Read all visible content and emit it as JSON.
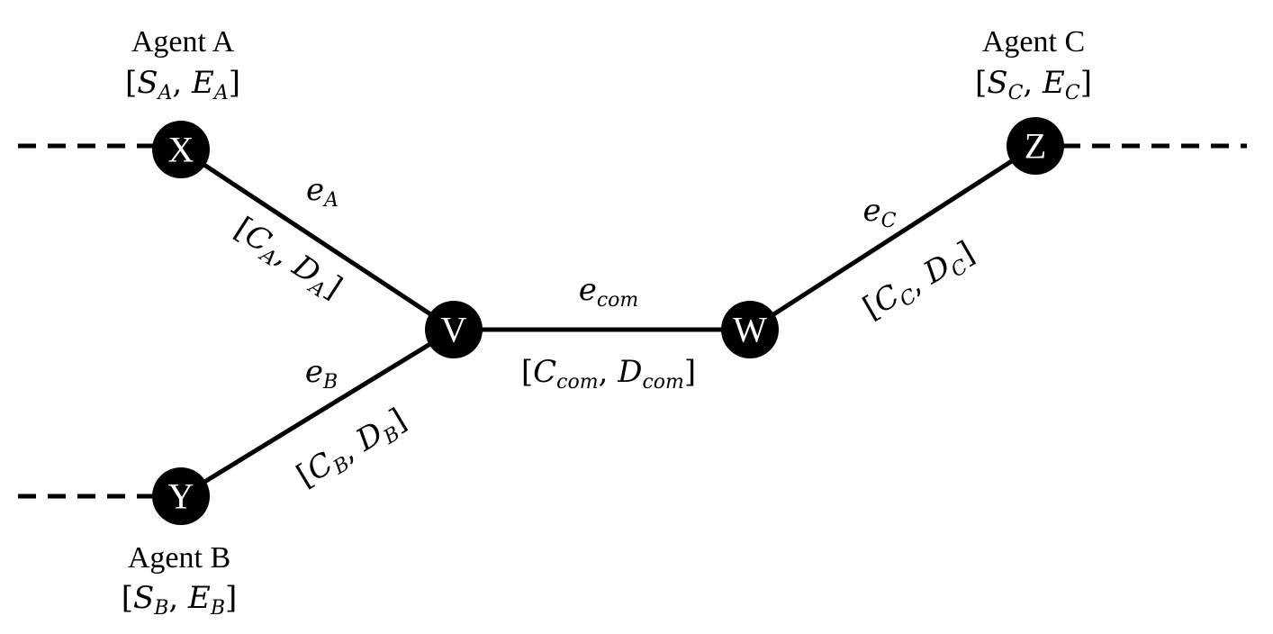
{
  "agents": [
    {
      "name": "Agent A",
      "window": {
        "open": "[",
        "s": "S",
        "s_sub": "A",
        "sep": ", ",
        "e": "E",
        "e_sub": "A",
        "close": "]"
      }
    },
    {
      "name": "Agent B",
      "window": {
        "open": "[",
        "s": "S",
        "s_sub": "B",
        "sep": ", ",
        "e": "E",
        "e_sub": "B",
        "close": "]"
      }
    },
    {
      "name": "Agent C",
      "window": {
        "open": "[",
        "s": "S",
        "s_sub": "C",
        "sep": ", ",
        "e": "E",
        "e_sub": "C",
        "close": "]"
      }
    }
  ],
  "nodes": {
    "x": "X",
    "y": "Y",
    "v": "V",
    "w": "W",
    "z": "Z"
  },
  "edges": [
    {
      "id": "e_A",
      "label_base": "e",
      "label_sub": "A",
      "window": {
        "open": "[",
        "c": "C",
        "c_sub": "A",
        "sep": ", ",
        "d": "D",
        "d_sub": "A",
        "close": "]"
      }
    },
    {
      "id": "e_B",
      "label_base": "e",
      "label_sub": "B",
      "window": {
        "open": "[",
        "c": "C",
        "c_sub": "B",
        "sep": ", ",
        "d": "D",
        "d_sub": "B",
        "close": "]"
      }
    },
    {
      "id": "e_com",
      "label_base": "e",
      "label_sub": "com",
      "window": {
        "open": "[",
        "c": "C",
        "c_sub": "com",
        "sep": ", ",
        "d": "D",
        "d_sub": "com",
        "close": "]"
      }
    },
    {
      "id": "e_C",
      "label_base": "e",
      "label_sub": "C",
      "window": {
        "open": "[",
        "c": "C",
        "c_sub": "C",
        "sep": ", ",
        "d": "D",
        "d_sub": "C",
        "close": "]"
      }
    }
  ],
  "colors": {
    "node_fill": "#000000",
    "node_text": "#ffffff",
    "line": "#000000",
    "background": "#ffffff"
  }
}
